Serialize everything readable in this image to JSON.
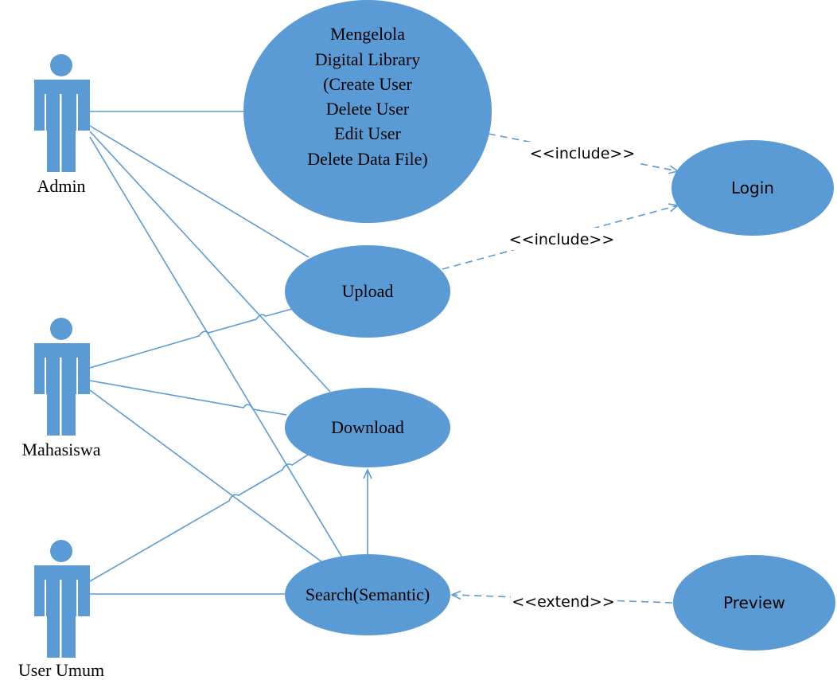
{
  "colors": {
    "usecase_fill": "#5b9bd5",
    "actor_fill": "#5b9bd5",
    "line": "#5b9bd5",
    "text": "#000000",
    "background": "#ffffff"
  },
  "actors": {
    "admin": "Admin",
    "mahasiswa": "Mahasiswa",
    "user_umum": "User Umum"
  },
  "usecases": {
    "mengelola": [
      "Mengelola",
      "Digital Library",
      "(Create User",
      "Delete User",
      "Edit User",
      "Delete Data File)"
    ],
    "login": "Login",
    "upload": "Upload",
    "download": "Download",
    "search": "Search(Semantic)",
    "preview": "Preview"
  },
  "relations": {
    "include_1": "<<include>>",
    "include_2": "<<include>>",
    "extend": "<<extend>>"
  }
}
